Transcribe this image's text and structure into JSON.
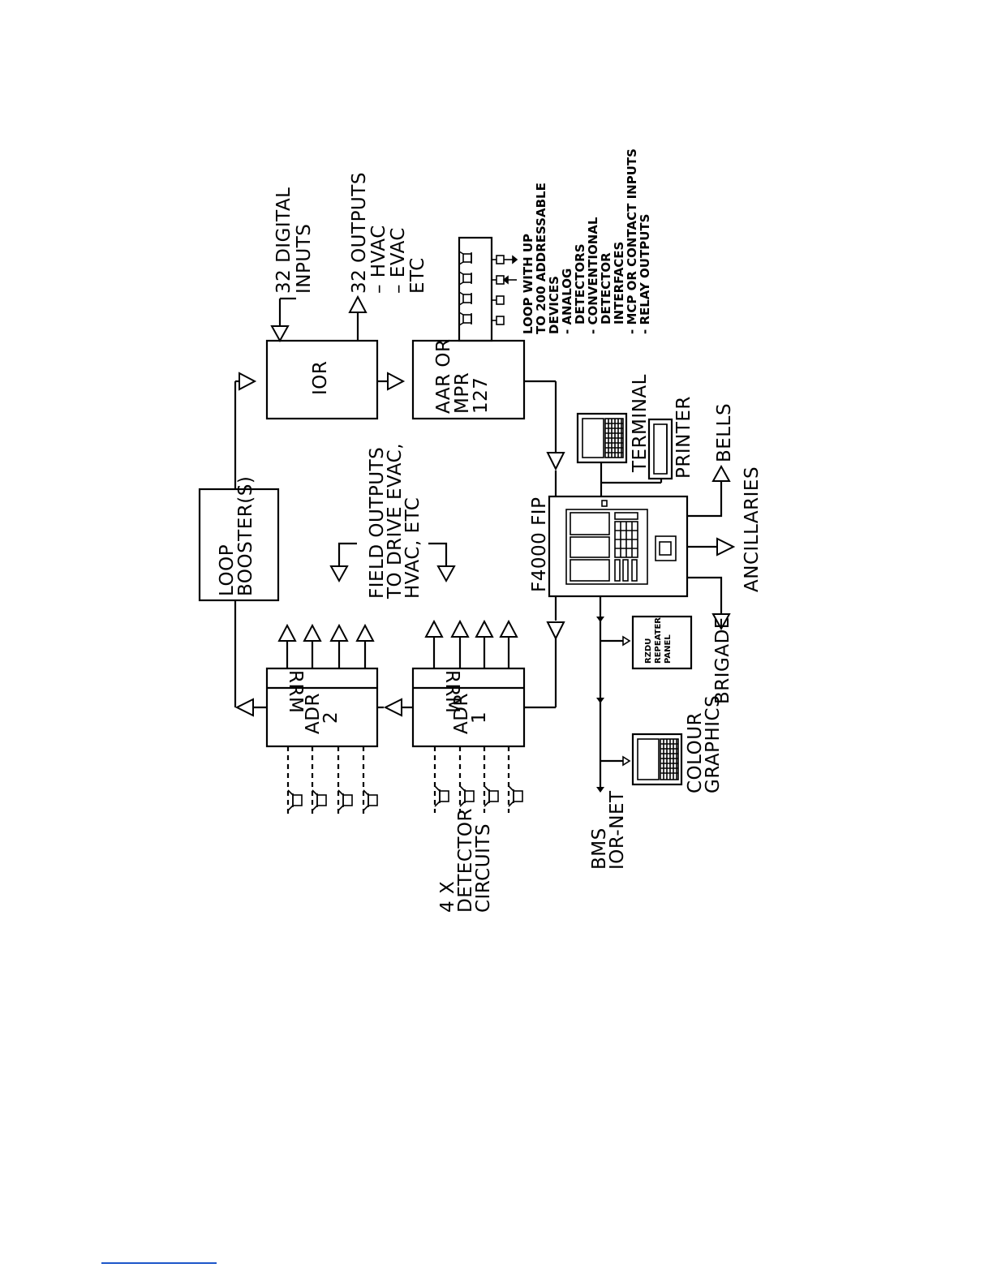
{
  "diagram": {
    "ior": {
      "label": "IOR"
    },
    "aar": {
      "line1": "AAR OR",
      "line2": "MPR",
      "line3": "127"
    },
    "loop_booster": {
      "line1": "LOOP",
      "line2": "BOOSTER(S)"
    },
    "adr1": {
      "line1": "ADR",
      "line2": "1",
      "rrm": "RRM"
    },
    "adr2": {
      "line1": "ADR",
      "line2": "2",
      "rrm": "RRM"
    },
    "fip": {
      "label": "F4000 FIP"
    },
    "digital_inputs": {
      "line1": "32 DIGITAL",
      "line2": "INPUTS"
    },
    "outputs": {
      "line1": "32 OUTPUTS",
      "line2": "– HVAC",
      "line3": "– EVAC",
      "line4": "ETC"
    },
    "loop_devices": [
      "LOOP WITH UP",
      "TO 200 ADDRESSABLE",
      "DEVICES",
      "- ANALOG",
      "DETECTORS",
      "- CONVENTIONAL",
      "DETECTOR",
      "INTERFACES",
      "- MCP OR CONTACT INPUTS",
      "- RELAY OUTPUTS"
    ],
    "field_outputs": {
      "line1": "FIELD OUTPUTS",
      "line2": "TO DRIVE EVAC,",
      "line3": "HVAC, ETC"
    },
    "terminal": {
      "label": "TERMINAL"
    },
    "printer": {
      "label": "PRINTER"
    },
    "bells": {
      "label": "BELLS"
    },
    "ancillaries": {
      "label": "ANCILLARIES"
    },
    "brigade": {
      "label": "BRIGADE"
    },
    "rzdu": {
      "line1": "RZDU",
      "line2": "REPEATER",
      "line3": "PANEL"
    },
    "colour_graphics": {
      "line1": "COLOUR",
      "line2": "GRAPHICS"
    },
    "bms": {
      "line1": "BMS",
      "line2": "IOR-NET"
    },
    "detector_circuits": {
      "line1": "4 X",
      "line2": "DETECTOR",
      "line3": "CIRCUITS"
    }
  }
}
